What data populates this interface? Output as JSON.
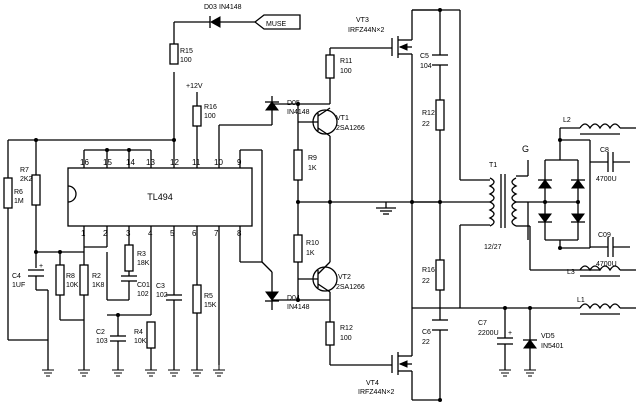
{
  "ic": {
    "name": "TL494",
    "pins_top": [
      "16",
      "15",
      "14",
      "13",
      "12",
      "11",
      "10",
      "9"
    ],
    "pins_bottom": [
      "1",
      "2",
      "3",
      "4",
      "5",
      "6",
      "7",
      "8"
    ]
  },
  "labels": {
    "muse": "MUSE",
    "v12": "+12V",
    "g": "G",
    "t1": "T1",
    "ratio": "12/27",
    "l1": "L1",
    "l2": "L2",
    "l3": "L3"
  },
  "parts": {
    "d03": [
      "D03",
      "IN4148"
    ],
    "r15": [
      "R15",
      "100"
    ],
    "r16": [
      "R16",
      "100"
    ],
    "r7": [
      "R7",
      "2K2"
    ],
    "r6": [
      "R6",
      "1M"
    ],
    "r8": [
      "R8",
      "10K"
    ],
    "r2": [
      "R2",
      "1K8"
    ],
    "r3": [
      "R3",
      "18K"
    ],
    "c01": [
      "C01",
      "102"
    ],
    "c3": [
      "C3",
      "102"
    ],
    "r5": [
      "R5",
      "15K"
    ],
    "c4": [
      "C4",
      "1UF"
    ],
    "c2": [
      "C2",
      "103"
    ],
    "r4": [
      "R4",
      "10K"
    ],
    "vt3": [
      "VT3",
      "IRFZ44N×2"
    ],
    "r11": [
      "R11",
      "100"
    ],
    "d05": [
      "D05",
      "IN4148"
    ],
    "vt1": [
      "VT1",
      "2SA1266"
    ],
    "r9": [
      "R9",
      "1K"
    ],
    "r10": [
      "R10",
      "1K"
    ],
    "vt2": [
      "VT2",
      "2SA1266"
    ],
    "d04": [
      "D04",
      "IN4148"
    ],
    "r12a": [
      "R12",
      "100"
    ],
    "vt4": [
      "VT4",
      "IRFZ44N×2"
    ],
    "c5": [
      "C5",
      "104"
    ],
    "r12b": [
      "R12",
      "22"
    ],
    "r16b": [
      "R16",
      "22"
    ],
    "c6": [
      "C6",
      "22"
    ],
    "c7": [
      "C7",
      "2200U"
    ],
    "vd5": [
      "VD5",
      "IN5401"
    ],
    "c8": [
      "C8",
      "4700U"
    ],
    "c09": [
      "C09",
      "4700U"
    ]
  }
}
